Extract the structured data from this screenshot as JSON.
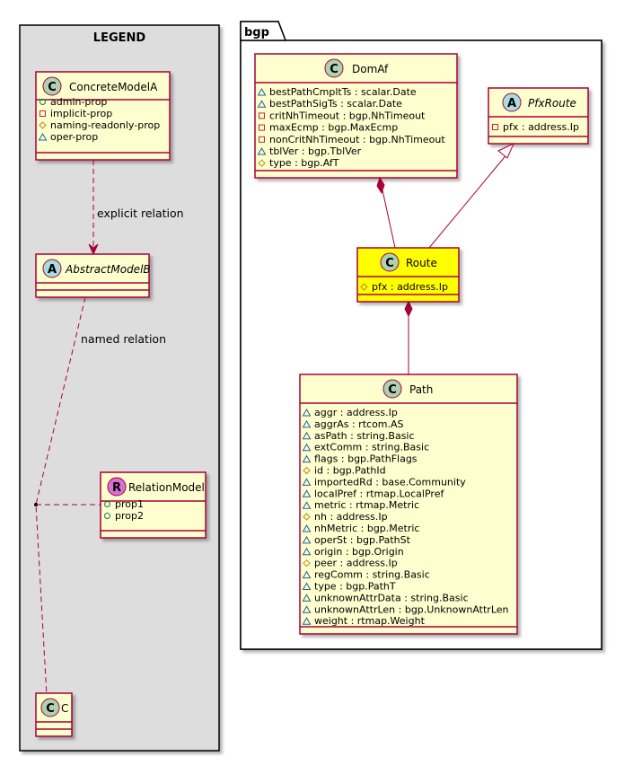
{
  "legend": {
    "title": "LEGEND",
    "concrete": {
      "stereotype": "C",
      "name": "ConcreteModelA",
      "attrs": [
        {
          "vis": "public",
          "text": "admin-prop"
        },
        {
          "vis": "private",
          "text": "implicit-prop"
        },
        {
          "vis": "protected",
          "text": "naming-readonly-prop"
        },
        {
          "vis": "package",
          "text": "oper-prop"
        }
      ]
    },
    "abstract": {
      "stereotype": "A",
      "name": "AbstractModelB"
    },
    "relation_model": {
      "stereotype": "R",
      "name": "RelationModel",
      "attrs": [
        {
          "vis": "public",
          "text": "prop1"
        },
        {
          "vis": "public",
          "text": "prop2"
        }
      ]
    },
    "c_class": {
      "stereotype": "C",
      "name": "C"
    },
    "explicit_label": "explicit relation",
    "named_label": "named relation"
  },
  "package": {
    "name": "bgp",
    "domaf": {
      "stereotype": "C",
      "name": "DomAf",
      "attrs": [
        {
          "vis": "package",
          "text": "bestPathCmpltTs : scalar.Date"
        },
        {
          "vis": "package",
          "text": "bestPathSigTs : scalar.Date"
        },
        {
          "vis": "private",
          "text": "critNhTimeout : bgp.NhTimeout"
        },
        {
          "vis": "private",
          "text": "maxEcmp : bgp.MaxEcmp"
        },
        {
          "vis": "private",
          "text": "nonCritNhTimeout : bgp.NhTimeout"
        },
        {
          "vis": "package",
          "text": "tblVer : bgp.TblVer"
        },
        {
          "vis": "protected",
          "text": "type : bgp.AfT"
        }
      ]
    },
    "pfxroute": {
      "stereotype": "A",
      "name": "PfxRoute",
      "attrs": [
        {
          "vis": "private",
          "text": "pfx : address.Ip"
        }
      ]
    },
    "route": {
      "stereotype": "C",
      "name": "Route",
      "highlight": "#FFFF00",
      "attrs": [
        {
          "vis": "protected",
          "text": "pfx : address.Ip"
        }
      ]
    },
    "path": {
      "stereotype": "C",
      "name": "Path",
      "attrs": [
        {
          "vis": "package",
          "text": "aggr : address.Ip"
        },
        {
          "vis": "package",
          "text": "aggrAs : rtcom.AS"
        },
        {
          "vis": "package",
          "text": "asPath : string.Basic"
        },
        {
          "vis": "package",
          "text": "extComm : string.Basic"
        },
        {
          "vis": "package",
          "text": "flags : bgp.PathFlags"
        },
        {
          "vis": "protected",
          "text": "id : bgp.PathId"
        },
        {
          "vis": "package",
          "text": "importedRd : base.Community"
        },
        {
          "vis": "package",
          "text": "localPref : rtmap.LocalPref"
        },
        {
          "vis": "package",
          "text": "metric : rtmap.Metric"
        },
        {
          "vis": "protected",
          "text": "nh : address.Ip"
        },
        {
          "vis": "package",
          "text": "nhMetric : bgp.Metric"
        },
        {
          "vis": "package",
          "text": "operSt : bgp.PathSt"
        },
        {
          "vis": "package",
          "text": "origin : bgp.Origin"
        },
        {
          "vis": "protected",
          "text": "peer : address.Ip"
        },
        {
          "vis": "package",
          "text": "regComm : string.Basic"
        },
        {
          "vis": "package",
          "text": "type : bgp.PathT"
        },
        {
          "vis": "package",
          "text": "unknownAttrData : string.Basic"
        },
        {
          "vis": "package",
          "text": "unknownAttrLen : bgp.UnknownAttrLen"
        },
        {
          "vis": "package",
          "text": "weight : rtmap.Weight"
        }
      ]
    }
  },
  "colors": {
    "class_fill": "#FEFECE",
    "class_border": "#A80036",
    "legend_bg": "#DDDDDD",
    "highlight": "#FFFF00"
  }
}
